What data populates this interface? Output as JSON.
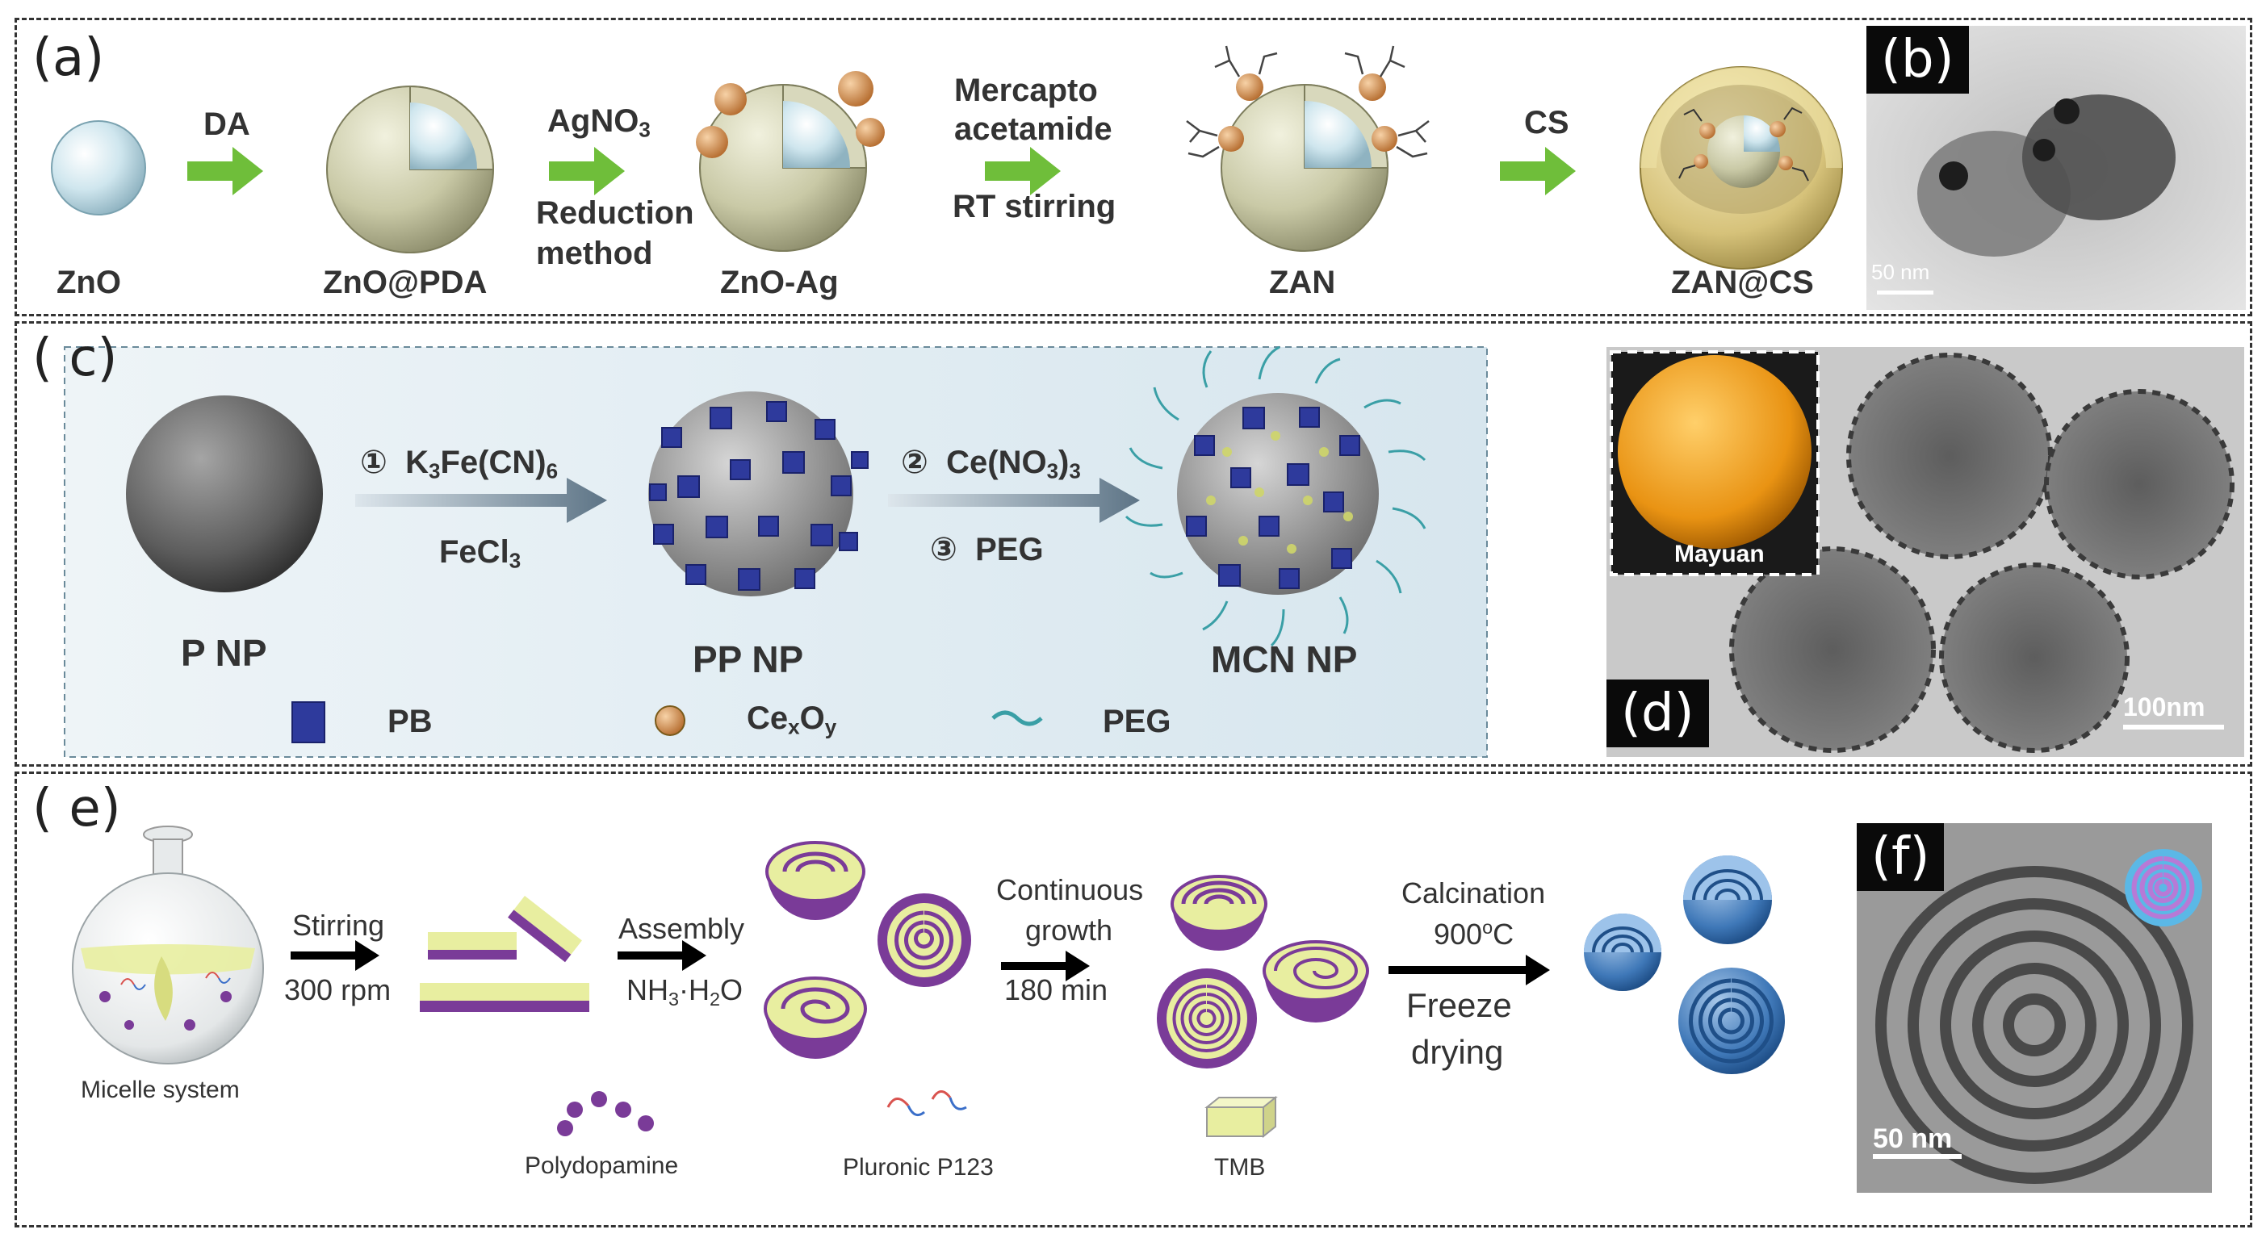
{
  "panel_a": {
    "label": "(a)",
    "stages": [
      "ZnO",
      "ZnO@PDA",
      "ZnO-Ag",
      "ZAN",
      "ZAN@CS"
    ],
    "steps": {
      "s1": "DA",
      "s2_reagent": "AgNO",
      "s2_sub": "3",
      "s2_line1": "Reduction",
      "s2_line2": "method",
      "s3_line1": "Mercapto",
      "s3_line2": "acetamide",
      "s3_line3": "RT stirring",
      "s4": "CS"
    }
  },
  "panel_b": {
    "label": "(b)",
    "scale": "50 nm"
  },
  "panel_c": {
    "label": "( c)",
    "stages": [
      "P NP",
      "PP NP",
      "MCN NP"
    ],
    "step1_num": "①",
    "step1_reagent": "K",
    "step1_sub1": "3",
    "step1_reagent2": "Fe(CN)",
    "step1_sub2": "6",
    "step1_b": "FeCl",
    "step1_b_sub": "3",
    "step2_num": "②",
    "step2_reagent": "Ce(NO",
    "step2_sub1": "3",
    "step2_reagent2": ")",
    "step2_sub2": "3",
    "step3_num": "③",
    "step3_reagent": "PEG",
    "legend": {
      "pb": "PB",
      "ce_main": "Ce",
      "ce_sub1": "x",
      "ce_o": "O",
      "ce_sub2": "y",
      "peg": "PEG"
    }
  },
  "panel_d": {
    "label": "(d)",
    "inset": "Mayuan",
    "scale": "100nm"
  },
  "panel_e": {
    "label": "( e)",
    "micelle": "Micelle system",
    "step1_line1": "Stirring",
    "step1_line2": "300 rpm",
    "step2_line1": "Assembly",
    "step2_nh": "NH",
    "step2_sub1": "3",
    "step2_dot": "·H",
    "step2_sub2": "2",
    "step2_o": "O",
    "step3_line1": "Continuous",
    "step3_line2": "growth",
    "step3_line3": "180 min",
    "step4_line1": "Calcination",
    "step4_temp": "900",
    "step4_deg": "o",
    "step4_c": "C",
    "step4_line3": "Freeze",
    "step4_line4": "drying",
    "legend": [
      "Polydopamine",
      "Pluronic P123",
      "TMB"
    ]
  },
  "panel_f": {
    "label": "(f)",
    "scale": "50 nm"
  },
  "colors": {
    "arrow_green": "#6fbe3a",
    "arrow_slate": "#5d7486",
    "zno_core": "#cfe6ee",
    "pda_shell": "#c9c9a6",
    "ag": "#d9924f",
    "cs_shell": "#e6d79a",
    "pb_cube": "#2e3a9c",
    "purple": "#7a3b98",
    "lime": "#e8eea0",
    "blue_sphere": "#3f78b8"
  }
}
